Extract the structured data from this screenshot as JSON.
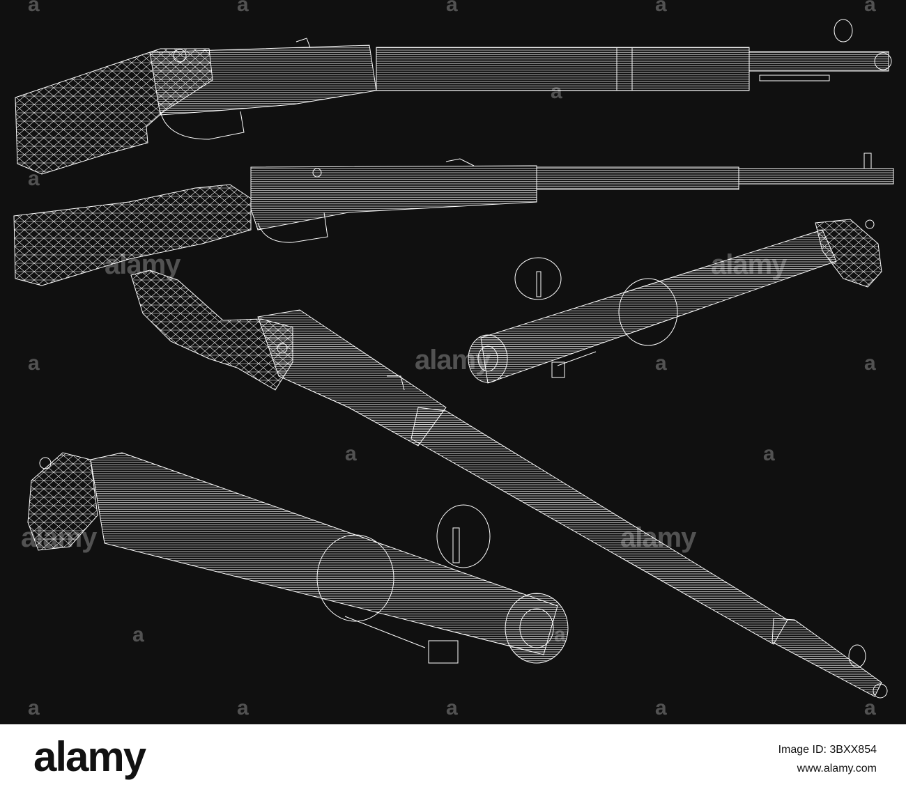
{
  "image": {
    "background_color": "#101010",
    "line_color": "#ffffff",
    "subject": "wireframe-rifles"
  },
  "watermark": {
    "text": "alamy",
    "mark": "a"
  },
  "footer": {
    "logo": "alamy",
    "image_id": "Image ID: 3BXX854",
    "url": "www.alamy.com"
  }
}
